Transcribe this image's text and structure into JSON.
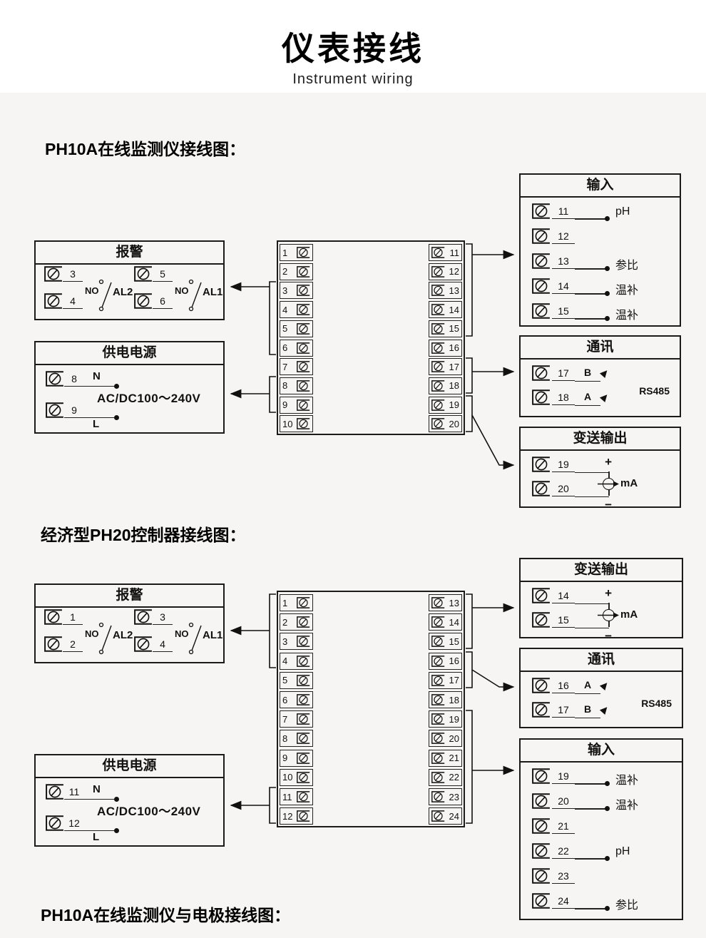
{
  "header": {
    "title": "仪表接线",
    "subtitle": "Instrument wiring"
  },
  "footer_heading": "PH10A在线监测仪与电极接线图：",
  "sections": [
    {
      "heading": "PH10A在线监测仪接线图：",
      "center_block": {
        "left_terminals": [
          "1",
          "2",
          "3",
          "4",
          "5",
          "6",
          "7",
          "8",
          "9",
          "10"
        ],
        "right_terminals": [
          "11",
          "12",
          "13",
          "14",
          "15",
          "16",
          "17",
          "18",
          "19",
          "20"
        ]
      },
      "alarm_box": {
        "title": "报警",
        "groups": [
          {
            "terminal_top": "3",
            "terminal_bottom": "4",
            "contact": "NO",
            "label": "AL2"
          },
          {
            "terminal_top": "5",
            "terminal_bottom": "6",
            "contact": "NO",
            "label": "AL1"
          }
        ]
      },
      "power_box": {
        "title": "供电电源",
        "rows": [
          {
            "num": "8",
            "label": "N"
          },
          {
            "num": "9",
            "label": "L"
          }
        ],
        "voltage": "AC/DC100～240V"
      },
      "io_boxes": [
        {
          "type": "input",
          "title": "输入",
          "rows": [
            {
              "num": "11",
              "label": "pH"
            },
            {
              "num": "12",
              "label": ""
            },
            {
              "num": "13",
              "label": "参比"
            },
            {
              "num": "14",
              "label": "温补"
            },
            {
              "num": "15",
              "label": "温补"
            }
          ]
        },
        {
          "type": "comm",
          "title": "通讯",
          "protocol": "RS485",
          "rows": [
            {
              "num": "17",
              "label": "B"
            },
            {
              "num": "18",
              "label": "A"
            }
          ]
        },
        {
          "type": "output",
          "title": "变送输出",
          "unit": "mA",
          "rows": [
            {
              "num": "19",
              "sign": "+"
            },
            {
              "num": "20",
              "sign": "−"
            }
          ]
        }
      ]
    },
    {
      "heading": "经济型PH20控制器接线图：",
      "center_block": {
        "left_terminals": [
          "1",
          "2",
          "3",
          "4",
          "5",
          "6",
          "7",
          "8",
          "9",
          "10",
          "11",
          "12"
        ],
        "right_terminals": [
          "13",
          "14",
          "15",
          "16",
          "17",
          "18",
          "19",
          "20",
          "21",
          "22",
          "23",
          "24"
        ]
      },
      "alarm_box": {
        "title": "报警",
        "groups": [
          {
            "terminal_top": "1",
            "terminal_bottom": "2",
            "contact": "NO",
            "label": "AL2"
          },
          {
            "terminal_top": "3",
            "terminal_bottom": "4",
            "contact": "NO",
            "label": "AL1"
          }
        ]
      },
      "power_box": {
        "title": "供电电源",
        "rows": [
          {
            "num": "11",
            "label": "N"
          },
          {
            "num": "12",
            "label": "L"
          }
        ],
        "voltage": "AC/DC100～240V"
      },
      "io_boxes": [
        {
          "type": "output",
          "title": "变送输出",
          "unit": "mA",
          "rows": [
            {
              "num": "14",
              "sign": "+"
            },
            {
              "num": "15",
              "sign": "−"
            }
          ]
        },
        {
          "type": "comm",
          "title": "通讯",
          "protocol": "RS485",
          "rows": [
            {
              "num": "16",
              "label": "A"
            },
            {
              "num": "17",
              "label": "B"
            }
          ]
        },
        {
          "type": "input",
          "title": "输入",
          "rows": [
            {
              "num": "19",
              "label": "温补"
            },
            {
              "num": "20",
              "label": "温补"
            },
            {
              "num": "21",
              "label": ""
            },
            {
              "num": "22",
              "label": "pH"
            },
            {
              "num": "23",
              "label": ""
            },
            {
              "num": "24",
              "label": "参比"
            }
          ]
        }
      ]
    }
  ]
}
